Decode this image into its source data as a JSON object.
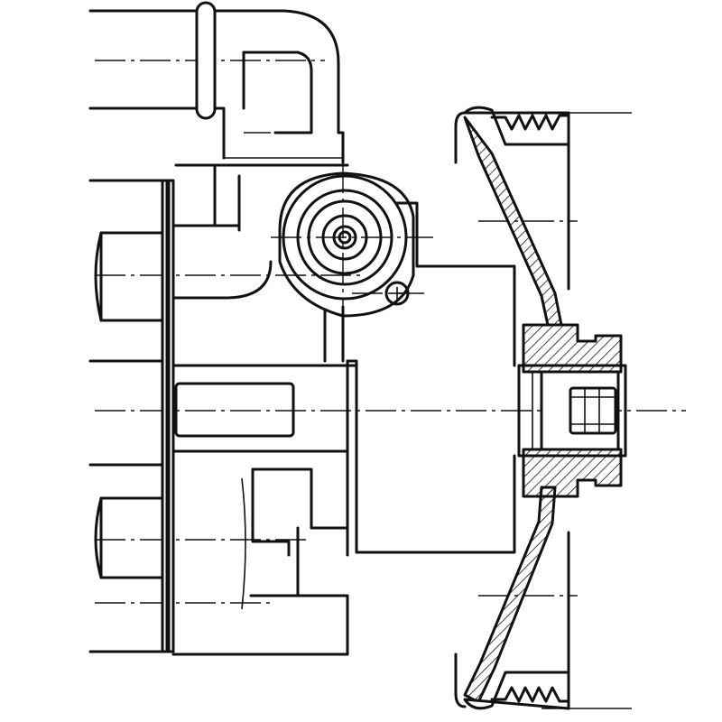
{
  "drawing": {
    "colors": {
      "stroke": "#111111",
      "background": "#ffffff"
    },
    "parts": [
      "outlet-pipe-elbow",
      "pipe-clamp",
      "pump-housing",
      "mounting-flange",
      "mounting-bolt-upper",
      "mounting-bolt-lower",
      "pressure-port-fitting",
      "front-cover",
      "drive-pulley",
      "pulley-hub",
      "drive-shaft"
    ]
  }
}
